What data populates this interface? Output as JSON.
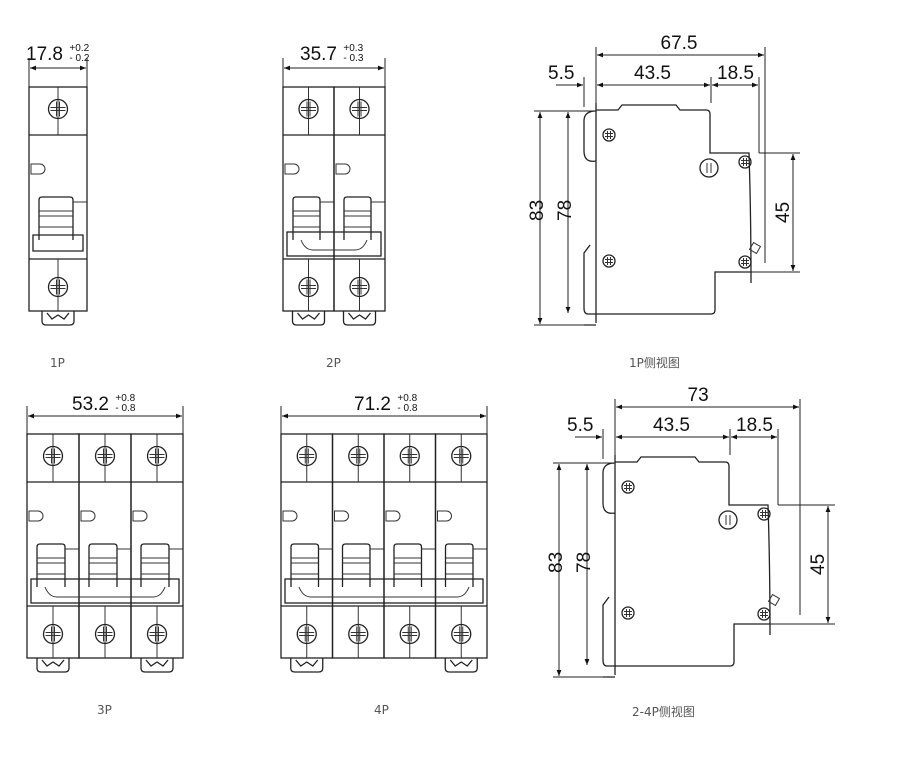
{
  "colors": {
    "line": "#222222",
    "caption": "#555555",
    "background": "#ffffff"
  },
  "views": [
    {
      "id": "1p-front",
      "poles": 1,
      "width": "17.8",
      "tol_plus": "+0.2",
      "tol_minus": "- 0.2",
      "caption": "1P"
    },
    {
      "id": "2p-front",
      "poles": 2,
      "width": "35.7",
      "tol_plus": "+0.3",
      "tol_minus": "- 0.3",
      "caption": "2P"
    },
    {
      "id": "3p-front",
      "poles": 3,
      "width": "53.2",
      "tol_plus": "+0.8",
      "tol_minus": "- 0.8",
      "caption": "3P"
    },
    {
      "id": "4p-front",
      "poles": 4,
      "width": "71.2",
      "tol_plus": "+0.8",
      "tol_minus": "- 0.8",
      "caption": "4P"
    }
  ],
  "side_views": [
    {
      "id": "1p-side",
      "caption": "1P侧视图",
      "overall": "67.5",
      "rail_offset": "5.5",
      "body_depth": "43.5",
      "front_depth": "18.5",
      "height_total": "83",
      "height_body": "78",
      "front_height": "45"
    },
    {
      "id": "2-4p-side",
      "caption": "2-4P侧视图",
      "overall": "73",
      "rail_offset": "5.5",
      "body_depth": "43.5",
      "front_depth": "18.5",
      "height_total": "83",
      "height_body": "78",
      "front_height": "45"
    }
  ]
}
